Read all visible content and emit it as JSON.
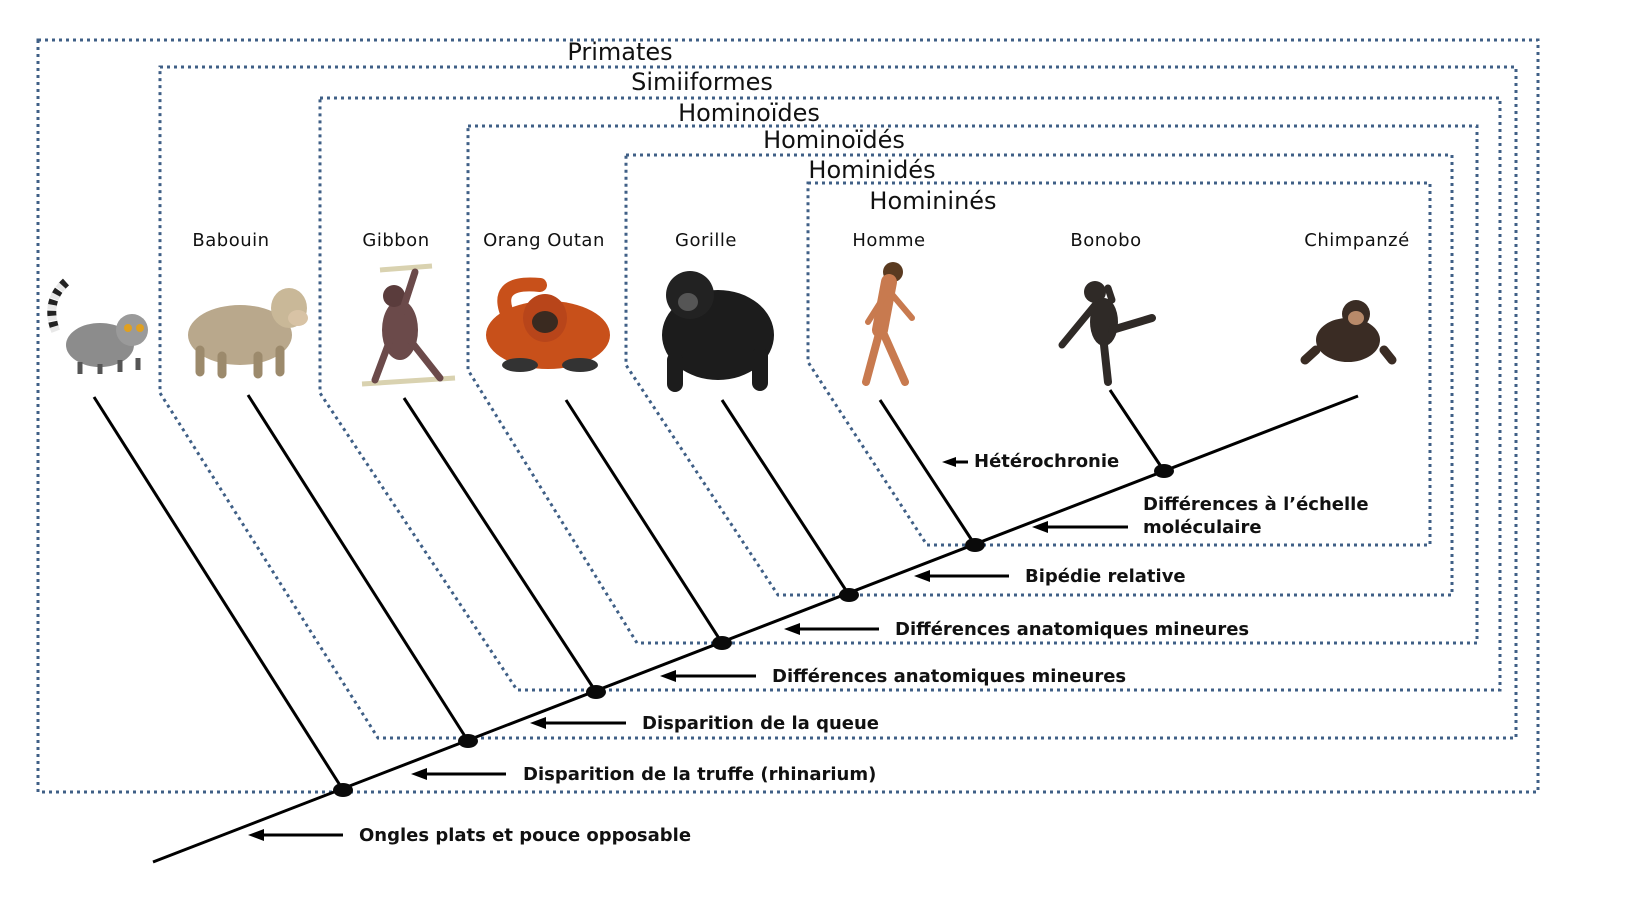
{
  "groups": [
    {
      "id": "primates",
      "label": "Primates"
    },
    {
      "id": "simiiformes",
      "label": "Simiiformes"
    },
    {
      "id": "hominoides",
      "label": "Hominoïdes"
    },
    {
      "id": "hominoides2",
      "label": "Hominoïdés"
    },
    {
      "id": "hominides",
      "label": "Hominidés"
    },
    {
      "id": "hominines",
      "label": "Homininés"
    }
  ],
  "taxa": [
    {
      "id": "lemur",
      "label": "",
      "icon": "lemur-icon"
    },
    {
      "id": "babouin",
      "label": "Babouin",
      "icon": "baboon-icon"
    },
    {
      "id": "gibbon",
      "label": "Gibbon",
      "icon": "gibbon-icon"
    },
    {
      "id": "orang",
      "label": "Orang Outan",
      "icon": "orangutan-icon"
    },
    {
      "id": "gorille",
      "label": "Gorille",
      "icon": "gorilla-icon"
    },
    {
      "id": "homme",
      "label": "Homme",
      "icon": "human-icon"
    },
    {
      "id": "bonobo",
      "label": "Bonobo",
      "icon": "bonobo-icon"
    },
    {
      "id": "chimpanze",
      "label": "Chimpanzé",
      "icon": "chimpanzee-icon"
    }
  ],
  "traits": [
    {
      "id": "t1",
      "label": "Ongles plats et pouce opposable"
    },
    {
      "id": "t2",
      "label": "Disparition de la truffe (rhinarium)"
    },
    {
      "id": "t3",
      "label": "Disparition de la queue"
    },
    {
      "id": "t4",
      "label": "Différences anatomiques mineures"
    },
    {
      "id": "t5",
      "label": "Différences anatomiques mineures"
    },
    {
      "id": "t6",
      "label": "Bipédie relative"
    },
    {
      "id": "t7",
      "label": "Hétérochronie"
    },
    {
      "id": "t8a",
      "label": "Différences à l’échelle"
    },
    {
      "id": "t8b",
      "label": "moléculaire"
    }
  ],
  "colors": {
    "box": "#3f5f86",
    "line": "#000000",
    "lemur": "#8c8c8c",
    "baboon": "#b9a88c",
    "gibbon": "#6b4a4a",
    "orangutan": "#c8501a",
    "gorilla": "#1c1c1c",
    "human": "#c87a4f",
    "bonobo": "#2f2a27",
    "chimpanzee": "#3a2c24"
  }
}
